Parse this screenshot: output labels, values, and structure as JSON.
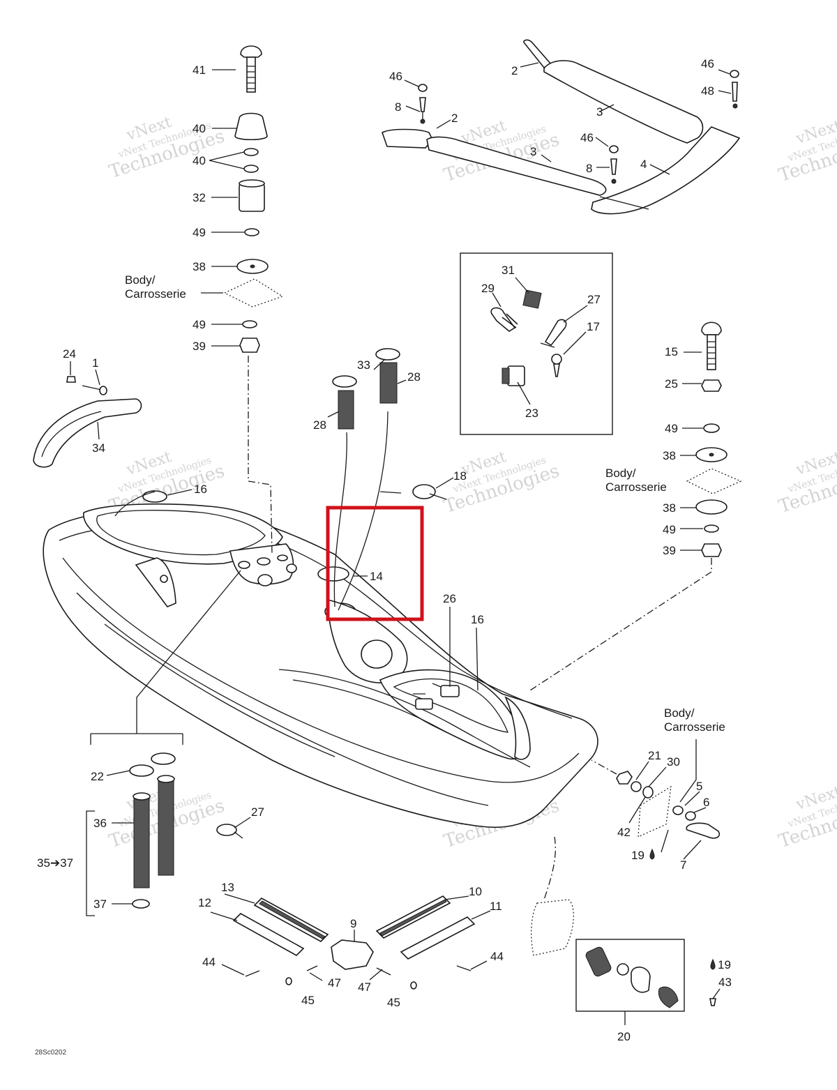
{
  "diagram": {
    "callouts": {
      "c1": "1",
      "c2a": "2",
      "c2b": "2",
      "c3a": "3",
      "c3b": "3",
      "c4": "4",
      "c5": "5",
      "c6": "6",
      "c7": "7",
      "c8a": "8",
      "c8b": "8",
      "c9": "9",
      "c10": "10",
      "c11": "11",
      "c12": "12",
      "c13": "13",
      "c14": "14",
      "c15": "15",
      "c16a": "16",
      "c16b": "16",
      "c17": "17",
      "c18": "18",
      "c19a": "19",
      "c19b": "19",
      "c20": "20",
      "c21": "21",
      "c22": "22",
      "c23": "23",
      "c24": "24",
      "c25": "25",
      "c26": "26",
      "c27a": "27",
      "c27b": "27",
      "c28a": "28",
      "c28b": "28",
      "c29": "29",
      "c30": "30",
      "c31": "31",
      "c32": "32",
      "c33": "33",
      "c34": "34",
      "c35_37": "35➔37",
      "c36": "36",
      "c37": "37",
      "c38a": "38",
      "c38b": "38",
      "c38c": "38",
      "c39a": "39",
      "c39b": "39",
      "c40a": "40",
      "c40b": "40",
      "c41": "41",
      "c42": "42",
      "c43": "43",
      "c44a": "44",
      "c44b": "44",
      "c45a": "45",
      "c45b": "45",
      "c46a": "46",
      "c46b": "46",
      "c47a": "47",
      "c47b": "47",
      "c48": "48",
      "c49a": "49",
      "c49b": "49",
      "c49c": "49",
      "c49d": "49"
    },
    "body_label_line1": "Body/",
    "body_label_line2": "Carrosserie",
    "watermark_line1": "vNext",
    "watermark_line2": "vNext Technologies",
    "watermark_line3": "Technologies",
    "drawing_code": "28Sc0202",
    "highlight_color": "#d0121b"
  }
}
